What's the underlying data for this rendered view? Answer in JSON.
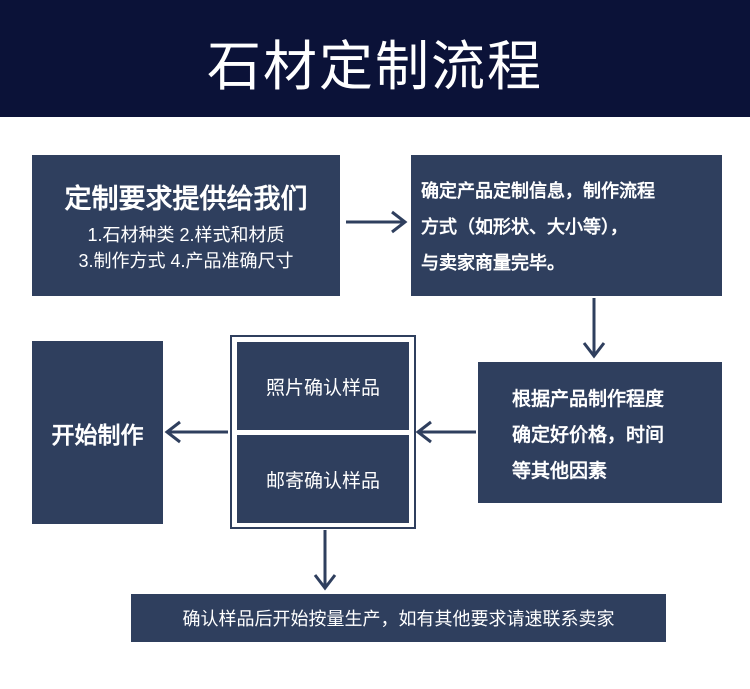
{
  "title": "石材定制流程",
  "steps": {
    "provide": {
      "heading": "定制要求提供给我们",
      "line1": "1.石材种类  2.样式和材质",
      "line2": "3.制作方式  4.产品准确尺寸"
    },
    "confirm_info": {
      "line1": "确定产品定制信息，制作流程",
      "line2": "方式（如形状、大小等），",
      "line3": "与卖家商量完毕。"
    },
    "pricing": {
      "line1": "根据产品制作程度",
      "line2": "确定好价格，时间",
      "line3": "等其他因素"
    },
    "samples": {
      "photo": "照片确认样品",
      "mail": "邮寄确认样品"
    },
    "start": "开始制作",
    "mass": "确认样品后开始按量生产，如有其他要求请速联系卖家"
  },
  "colors": {
    "header": "#0b1238",
    "box": "#2f3f5e",
    "arrow": "#2f3f5e"
  }
}
